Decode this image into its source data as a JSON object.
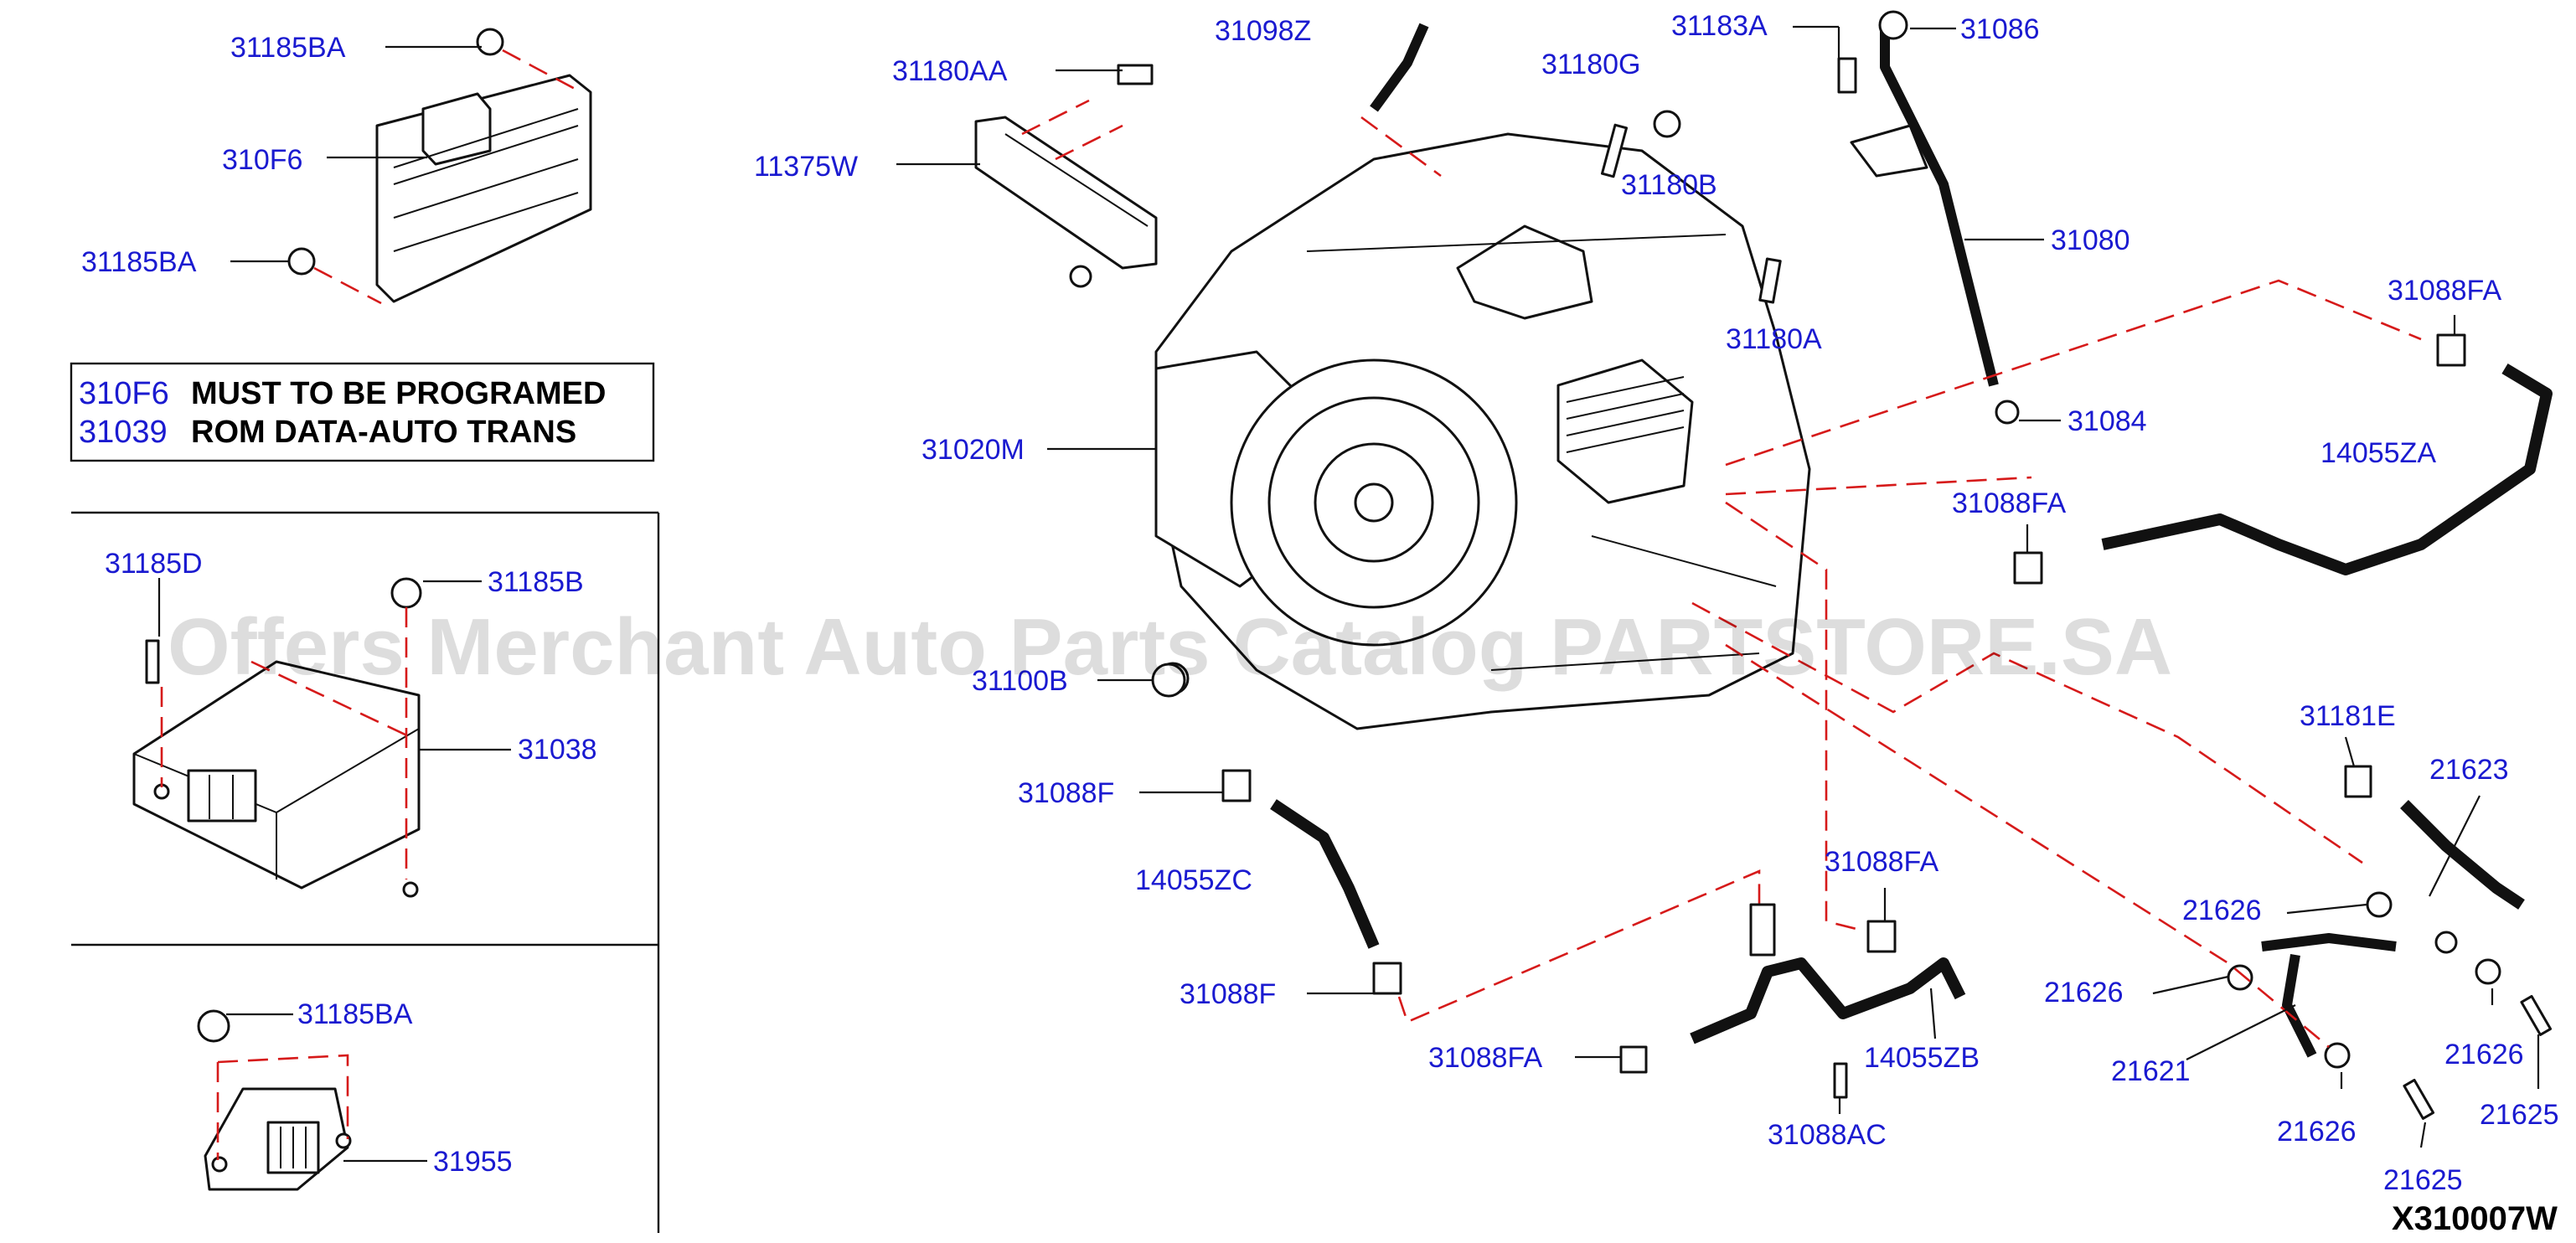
{
  "diagram_id": "X310007W",
  "watermark": "Offers Merchant Auto Parts Catalog PARTSTORE.SA",
  "notes": [
    {
      "code": "310F6",
      "text": "MUST TO BE PROGRAMED"
    },
    {
      "code": "31039",
      "text": "ROM DATA-AUTO TRANS"
    }
  ],
  "callouts": {
    "c_31185BA_top": "31185BA",
    "c_310F6": "310F6",
    "c_31185BA_mid": "31185BA",
    "c_31185D": "31185D",
    "c_31185B": "31185B",
    "c_31038": "31038",
    "c_31185BA_bot": "31185BA",
    "c_31955": "31955",
    "c_31180AA": "31180AA",
    "c_11375W": "11375W",
    "c_31098Z": "31098Z",
    "c_31180G": "31180G",
    "c_31180B": "31180B",
    "c_31183A": "31183A",
    "c_31086": "31086",
    "c_31080": "31080",
    "c_31180A": "31180A",
    "c_31084": "31084",
    "c_31020M": "31020M",
    "c_31100B": "31100B",
    "c_31088FA_top": "31088FA",
    "c_14055ZA": "14055ZA",
    "c_31088FA_mid": "31088FA",
    "c_31088F_top": "31088F",
    "c_14055ZC": "14055ZC",
    "c_31088F_bot": "31088F",
    "c_31088FA_low": "31088FA",
    "c_31088FA_btm": "31088FA",
    "c_14055ZB": "14055ZB",
    "c_31088AC": "31088AC",
    "c_31181E": "31181E",
    "c_21623": "21623",
    "c_21626_a": "21626",
    "c_21626_b": "21626",
    "c_21621": "21621",
    "c_21626_c": "21626",
    "c_21626_d": "21626",
    "c_21625_a": "21625",
    "c_21625_b": "21625"
  }
}
